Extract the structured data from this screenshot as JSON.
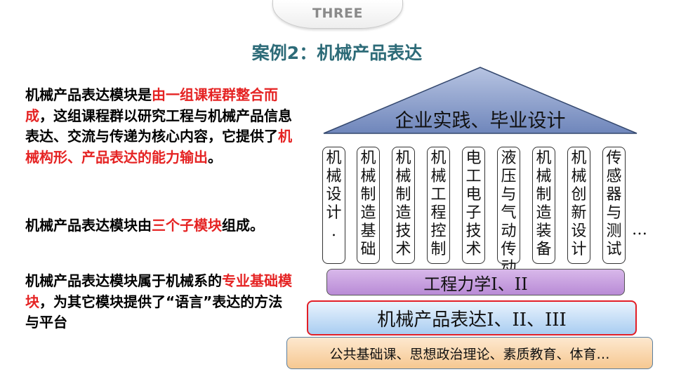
{
  "header": {
    "tab_label": "THREE",
    "title": "案例2：机械产品表达"
  },
  "left_text": {
    "p1": {
      "a": "机械产品表达模块是",
      "b": "由一组课程群整合而成",
      "c": "，这组课程群以研究工程与机械产品信息表达、交流与传递为核心内容，它提供了",
      "d": "机械构形、产品表达的能力输出",
      "e": "。"
    },
    "p2": {
      "a": "机械产品表达模块由",
      "b": "三个子模块",
      "c": "组成。"
    },
    "p3": {
      "a": "机械产品表达模块属于机械系的",
      "b": "专业基础模块",
      "c": "，为其它模块提供了“语言”表达的方法与平台"
    }
  },
  "diagram": {
    "roof": "企业实践、毕业设计",
    "pillars": [
      "机械设计.",
      "机械制造基础",
      "机械制造技术",
      "机械工程控制",
      "电工电子技术",
      "液压与气动传动",
      "机械制造装备",
      "机械创新设计",
      "传感器与测试"
    ],
    "ellipsis": "…",
    "beam_mechanics": "工程力学I、II",
    "beam_expression": "机械产品表达I、II、III",
    "base": "公共基础课、思想政治理论、素质教育、体育…",
    "colors": {
      "roof": "#8fa3cc",
      "mechanics": "#c9a2e0",
      "expression": "#c6def5",
      "expression_border": "#e21e26",
      "base": "#f9d6a8",
      "highlight": "#e52323",
      "title": "#2d6b78"
    }
  }
}
